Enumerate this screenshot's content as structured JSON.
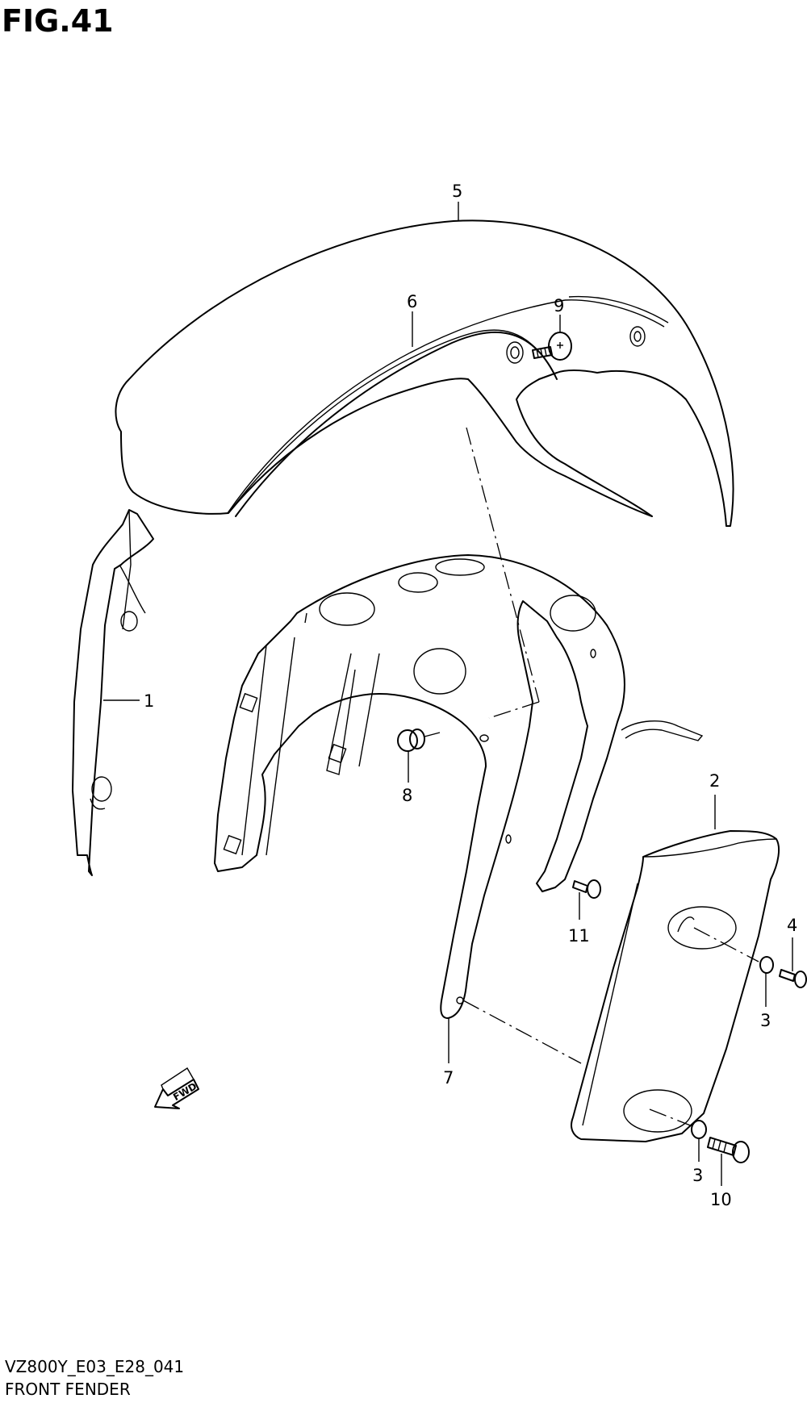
{
  "figure": {
    "title": "FIG.41",
    "model_code": "VZ800Y_E03_E28_041",
    "name": "FRONT FENDER"
  },
  "callouts": {
    "c1": "1",
    "c2": "2",
    "c3a": "3",
    "c3b": "3",
    "c4": "4",
    "c5": "5",
    "c6": "6",
    "c7": "7",
    "c8": "8",
    "c9": "9",
    "c10": "10",
    "c11": "11"
  },
  "fwd_label": "FWD"
}
